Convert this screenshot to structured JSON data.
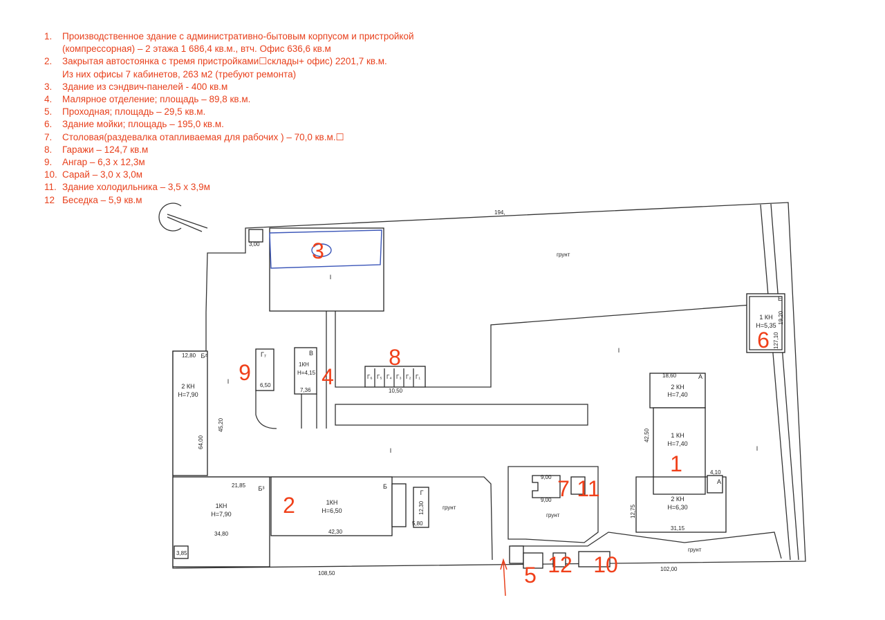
{
  "legend": [
    {
      "num": "1.",
      "text": "Производственное здание с административно-бытовым корпусом и пристройкой",
      "cont": "(компрессорная) – 2 этажа 1 686,4 кв.м., втч. Офис 636,6 кв.м"
    },
    {
      "num": "2.",
      "text": "Закрытая автостоянка с тремя пристройками☐склады+ офис) 2201,7 кв.м.",
      "cont": "Из них офисы 7 кабинетов, 263 м2 (требуют ремонта)"
    },
    {
      "num": "3.",
      "text": "Здание из сэндвич-панелей - 400 кв.м"
    },
    {
      "num": "4.",
      "text": "Малярное отделение; площадь – 89,8 кв.м."
    },
    {
      "num": "5.",
      "text": "Проходная; площадь – 29,5 кв.м."
    },
    {
      "num": "6.",
      "text": "Здание мойки; площадь – 195,0 кв.м."
    },
    {
      "num": "7.",
      "text": "Столовая(раздевалка отапливаемая для рабочих ) – 70,0 кв.м.☐"
    },
    {
      "num": "8.",
      "text": "Гаражи – 124,7 кв.м"
    },
    {
      "num": "9.",
      "text": "Ангар – 6,3 x 12,3м"
    },
    {
      "num": "10.",
      "text": "Сарай – 3,0 x 3,0м"
    },
    {
      "num": "11.",
      "text": "Здание холодильника – 3,5 x 3,9м"
    },
    {
      "num": "12",
      "text": "Беседка – 5,9 кв.м"
    }
  ],
  "plan": {
    "markers": [
      "1",
      "2",
      "3",
      "4",
      "5",
      "6",
      "7",
      "8",
      "9",
      "10",
      "11",
      "12"
    ],
    "labels": {
      "b_2kn_790": "2 КН",
      "h_790": "Н=7,90",
      "b_1kn_790": "1КН",
      "h_790b": "Н=7,90",
      "b_1kn_650": "1КН",
      "h_650": "Н=6,50",
      "b_2kn_740": "2 КН",
      "h_740": "Н=7,40",
      "b_1kn_740": "1 КН",
      "h_740b": "Н=7,40",
      "b_2kn_630": "2 КН",
      "h_630": "Н=6,30",
      "b_1kn_535": "1 КН",
      "h_535": "Н=5,35",
      "b_1kn_4": "1КН",
      "h_4": "Н=4,15",
      "lit_A": "А",
      "lit_A2": "А",
      "lit_E": "Е",
      "lit_V": "В",
      "lit_B": "Б",
      "lit_B2": "Б²",
      "lit_B3": "Б³",
      "lit_G": "Г",
      "lit_G7": "Г₇",
      "grunt1": "грунт",
      "grunt2": "грунт",
      "grunt3": "грунт",
      "grunt4": "грунт",
      "I1": "I",
      "I2": "I",
      "I3": "I",
      "I4": "I",
      "I5": "I",
      "d_194": "194,",
      "d_1280": "12,80",
      "d_1860": "18,60",
      "d_3115": "31,15",
      "d_10850": "108,50",
      "d_10200": "102,00",
      "d_1050": "10,50",
      "d_2185": "21,85",
      "d_3480": "34,80",
      "d_4230": "42,30",
      "d_12710": "127,10",
      "d_4250": "42,50",
      "d_1275": "12,75",
      "d_410": "4,10",
      "d_1920": "19,20",
      "d_650": "6,50",
      "d_736": "7,36",
      "d_900": "9,00",
      "d_900b": "9,00",
      "d_580": "5,80",
      "d_1230": "12,30",
      "d_6400": "64,00",
      "d_4520": "45,20",
      "d_300": "3,00",
      "d_385": "3,85",
      "g_list": [
        "Г₆",
        "Г₅",
        "Г₄",
        "Г₃",
        "Г₂",
        "Г₁"
      ]
    }
  }
}
